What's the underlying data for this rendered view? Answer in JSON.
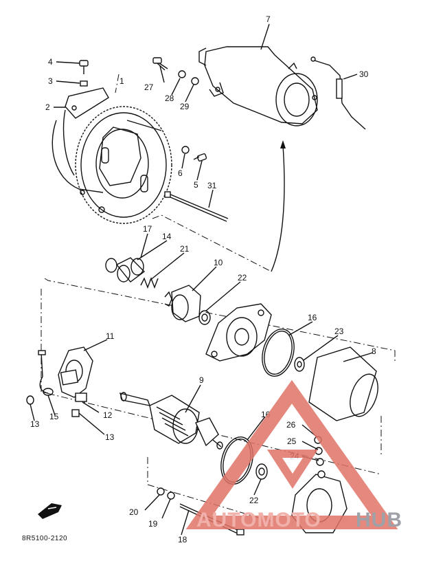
{
  "labels": {
    "p1": "1",
    "p2": "2",
    "p3": "3",
    "p4": "4",
    "p5": "5",
    "p6": "6",
    "p7": "7",
    "p8": "8",
    "p9": "9",
    "p10": "10",
    "p11": "11",
    "p12": "12",
    "p13a": "13",
    "p13b": "13",
    "p14": "14",
    "p15": "15",
    "p16a": "16",
    "p16b": "16",
    "p17": "17",
    "p18": "18",
    "p19": "19",
    "p20": "20",
    "p21": "21",
    "p22a": "22",
    "p22b": "22",
    "p23": "23",
    "p24": "24",
    "p25": "25",
    "p26": "26",
    "p27": "27",
    "p28": "28",
    "p29": "29",
    "p30": "30",
    "p31": "31"
  },
  "diagram_code": "8R5100-2120",
  "watermark": {
    "part1": "AUTOMOTO",
    "part2": "HUB"
  },
  "colors": {
    "ink": "#111111",
    "watermark_red": "#e07468",
    "watermark_grey": "#8c9096"
  }
}
